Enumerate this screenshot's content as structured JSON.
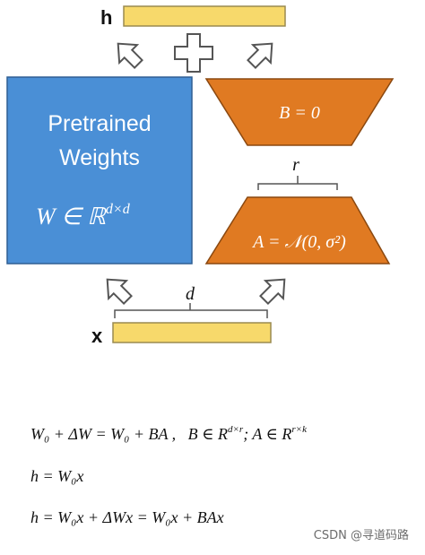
{
  "diagram": {
    "h_label": "h",
    "x_label": "x",
    "pretrained_line1": "Pretrained",
    "pretrained_line2": "Weights",
    "W_formula": "W ∈ ℝ",
    "W_sup": "d×d",
    "B_label": "B = 0",
    "A_label": "A = 𝒩(0, σ²)",
    "r_label": "r",
    "d_label": "d",
    "colors": {
      "blue": "#4a8fd6",
      "orange": "#e07a22",
      "yellow": "#f7d96b"
    },
    "icons": [
      "plus-icon",
      "arrow-up-left-icon",
      "arrow-up-right-icon"
    ]
  },
  "formulas": {
    "line1_a": "W₀ + ΔW = W₀ + BA ,",
    "line1_b": "B ∈ R",
    "line1_b_sup": "d×r",
    "line1_c": "; A ∈ R",
    "line1_c_sup": "r×k",
    "line2": "h = W₀x",
    "line3": "h = W₀x + ΔWx = W₀x + BAx"
  },
  "watermark": "CSDN @寻道码路"
}
